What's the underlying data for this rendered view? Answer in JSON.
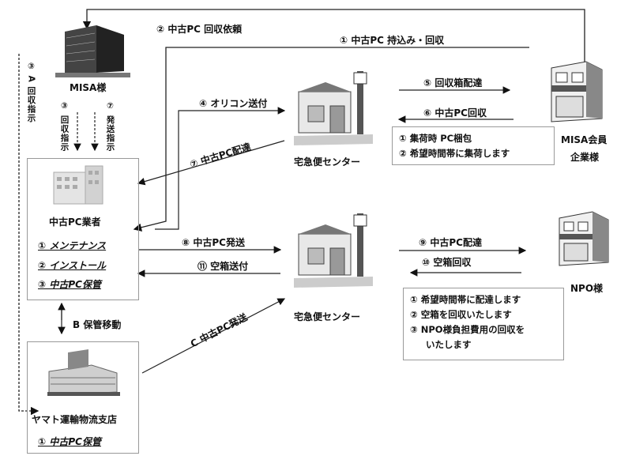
{
  "nodes": {
    "misa": "MISA様",
    "vendor": "中古PC業者",
    "vendor_tasks": [
      "① メンテナンス",
      "② インストール",
      "③ 中古PC保管"
    ],
    "yamato": "ヤマト運輸物流支店",
    "yamato_tasks": [
      "① 中古PC保管"
    ],
    "center_top": "宅急便センター",
    "center_bottom": "宅急便センター",
    "member": [
      "MISA会員",
      "企業様"
    ],
    "npo": "NPO様"
  },
  "edges": {
    "e1": "① 中古PC 持込み・回収",
    "e2": "② 中古PC 回収依頼",
    "e3a": "③ A 回収指示",
    "e3": "③ 回収指示",
    "e7_ship": "⑦ 発送指示",
    "e4": "④ オリコン送付",
    "e5": "⑤ 回収箱配達",
    "e6": "⑥ 中古PC回収",
    "e7": "⑦ 中古PC配達",
    "e8": "⑧ 中古PC発送",
    "e9": "⑨ 中古PC配達",
    "e10": "⑩ 空箱回収",
    "e11": "⑪ 空箱送付",
    "eB": "B 保管移動",
    "eC": "C 中古PC発送"
  },
  "notes": {
    "top": [
      "① 集荷時 PC梱包",
      "② 希望時間帯に集荷します"
    ],
    "bottom": [
      "① 希望時間帯に配達します",
      "② 空箱を回収いたします",
      "③ NPO様負担費用の回収を",
      "いたします"
    ]
  }
}
